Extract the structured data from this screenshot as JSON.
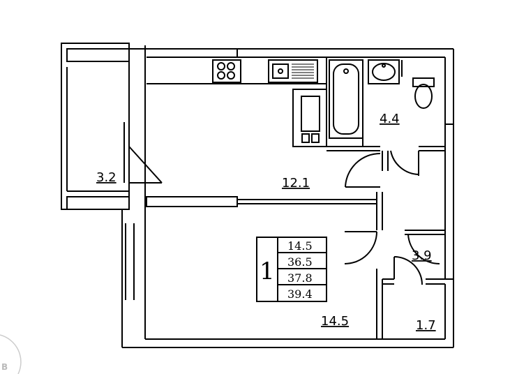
{
  "rooms": {
    "balcony": "3.2",
    "kitchen": "12.1",
    "bathroom": "4.4",
    "hall": "3.9",
    "living": "14.5",
    "closet": "1.7"
  },
  "summary": {
    "room_count": "1",
    "living_area": "14.5",
    "area_2": "36.5",
    "area_3": "37.8",
    "area_4": "39.4"
  },
  "watermark": "B"
}
